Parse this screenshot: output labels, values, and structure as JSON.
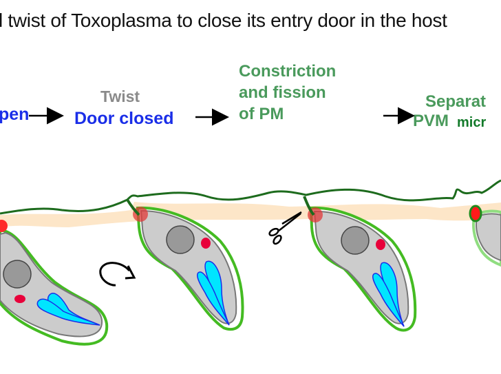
{
  "title": "l twist of Toxoplasma to close its entry door in the host",
  "steps": [
    {
      "line1": "",
      "line2": "pen"
    },
    {
      "line1": "Twist",
      "line2": "Door closed"
    },
    {
      "line1": "Constriction",
      "line2": "and fission",
      "line3": "of PM"
    },
    {
      "line1": "Separat",
      "line2a": "PVM",
      "line2b": "micr"
    }
  ],
  "colors": {
    "door_text": "#1a2ee8",
    "twist_text": "#8a8a8a",
    "fission_text": "#4a9a5c",
    "host_membrane": "#1d6b1d",
    "host_cortex": "#fde6c8",
    "pv_membrane": "#44bb22",
    "parasite_body": "#cccccc",
    "nucleus": "#999999",
    "apicoplast": "#e8003a",
    "rhoptry": "#00e5ff",
    "junction": "#e23a3a"
  },
  "icons": [
    "rotation-arrow-icon",
    "scissors-icon",
    "right-arrow-icon"
  ]
}
